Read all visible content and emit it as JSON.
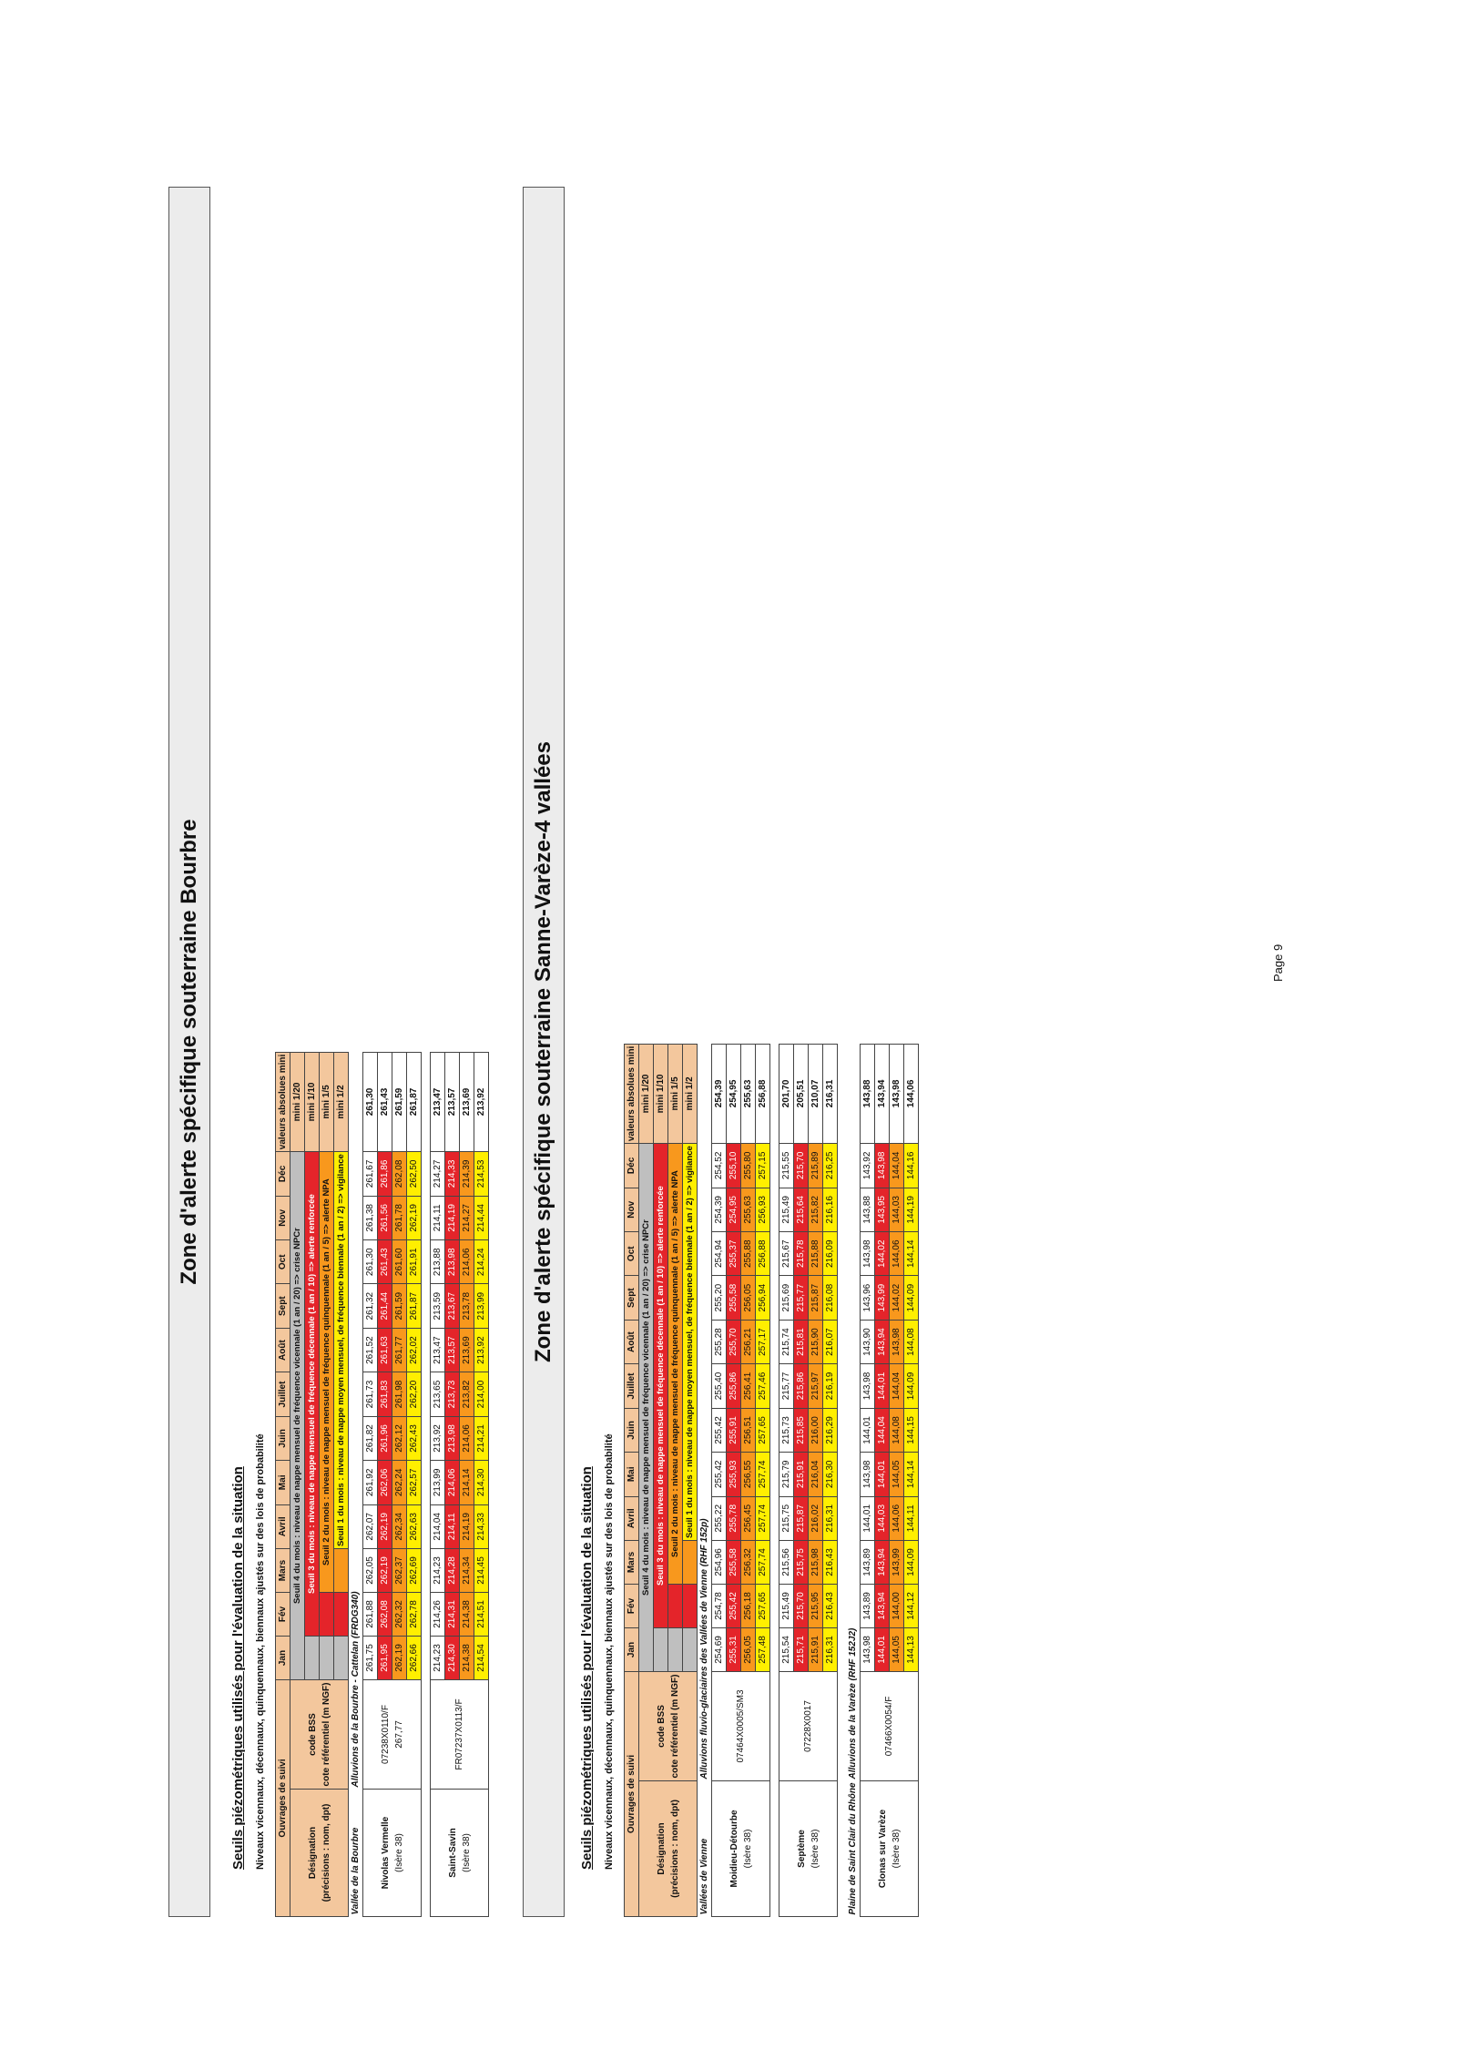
{
  "page": "Page 9",
  "columns": {
    "ouvrages": "Ouvrages de suivi",
    "months": [
      "Jan",
      "Fév",
      "Mars",
      "Avril",
      "Mai",
      "Juin",
      "Juillet",
      "Août",
      "Sept",
      "Oct",
      "Nov",
      "Déc"
    ],
    "abs": "valeurs absolues mini",
    "designation_1": "Désignation",
    "designation_2": "(précisions : nom, dpt)",
    "code_1": "code BSS",
    "code_2": "cote référentiel (m NGF)"
  },
  "seuils": [
    {
      "label": "Seuil 4 du mois : niveau de nappe mensuel de fréquence vicennale (1 an / 20) => crise NPCr",
      "ref": "mini 1/20"
    },
    {
      "label": "Seuil 3 du mois : niveau de nappe mensuel de fréquence décennale (1 an / 10) => alerte renforcée",
      "ref": "mini 1/10"
    },
    {
      "label": "Seuil 2 du mois : niveau de nappe mensuel de fréquence quinquennale (1 an / 5) => alerte NPA",
      "ref": "mini 1/5"
    },
    {
      "label": "Seuil 1 du mois : niveau de nappe moyen mensuel, de fréquence biennale (1 an / 2) => vigilance",
      "ref": "mini 1/2"
    }
  ],
  "intro_sub": "Seuils piézométriques utilisés pour l'évaluation de la situation",
  "intro_note": "Niveaux vicennaux, décennaux, quinquennaux, biennaux ajustés sur des lois de probabilité",
  "zone1": {
    "title": "Zone d'alerte spécifique souterraine Bourbre",
    "sections": [
      {
        "left": "Vallée de la Bourbre",
        "right": "Alluvions de la Bourbre - Cattelan (FRDG340)",
        "stations": [
          {
            "name": "Nivolas Vermelle",
            "dpt": "(Isère 38)",
            "code": "07238X0110/F",
            "cote": "267,77",
            "rows": [
              [
                "261,75",
                "261,88",
                "262,05",
                "262,07",
                "261,92",
                "261,82",
                "261,73",
                "261,52",
                "261,32",
                "261,30",
                "261,38",
                "261,67"
              ],
              [
                "261,95",
                "262,08",
                "262,19",
                "262,19",
                "262,06",
                "261,96",
                "261,83",
                "261,63",
                "261,44",
                "261,43",
                "261,56",
                "261,86"
              ],
              [
                "262,19",
                "262,32",
                "262,37",
                "262,34",
                "262,24",
                "262,12",
                "261,98",
                "261,77",
                "261,59",
                "261,60",
                "261,78",
                "262,08"
              ],
              [
                "262,66",
                "262,78",
                "262,69",
                "262,63",
                "262,57",
                "262,43",
                "262,20",
                "262,02",
                "261,87",
                "261,91",
                "262,19",
                "262,50"
              ]
            ],
            "abs": [
              "261,30",
              "261,43",
              "261,59",
              "261,87"
            ]
          },
          {
            "name": "Saint-Savin",
            "dpt": "(Isère 38)",
            "code": "FR07237X0113/F",
            "cote": "",
            "rows": [
              [
                "214,23",
                "214,26",
                "214,23",
                "214,04",
                "213,99",
                "213,92",
                "213,65",
                "213,47",
                "213,59",
                "213,88",
                "214,11",
                "214,27"
              ],
              [
                "214,30",
                "214,31",
                "214,28",
                "214,11",
                "214,06",
                "213,98",
                "213,73",
                "213,57",
                "213,67",
                "213,98",
                "214,19",
                "214,33"
              ],
              [
                "214,38",
                "214,38",
                "214,34",
                "214,19",
                "214,14",
                "214,06",
                "213,82",
                "213,69",
                "213,78",
                "214,06",
                "214,27",
                "214,39"
              ],
              [
                "214,54",
                "214,51",
                "214,45",
                "214,33",
                "214,30",
                "214,21",
                "214,00",
                "213,92",
                "213,99",
                "214,24",
                "214,44",
                "214,53"
              ]
            ],
            "abs": [
              "213,47",
              "213,57",
              "213,69",
              "213,92"
            ]
          }
        ]
      }
    ]
  },
  "zone2": {
    "title": "Zone d'alerte spécifique souterraine Sanne-Varèze-4 vallées",
    "sections": [
      {
        "left": "Vallées de Vienne",
        "right": "Alluvions fluvio-glaciaires des Vallées de Vienne (RHF 152p)",
        "stations": [
          {
            "name": "Moidieu-Détourbe",
            "dpt": "(Isère 38)",
            "code": "07464X0005/SM3",
            "cote": "",
            "rows": [
              [
                "254,69",
                "254,78",
                "254,96",
                "255,22",
                "255,42",
                "255,42",
                "255,40",
                "255,28",
                "255,20",
                "254,94",
                "254,39",
                "254,52"
              ],
              [
                "255,31",
                "255,42",
                "255,58",
                "255,78",
                "255,93",
                "255,91",
                "255,86",
                "255,70",
                "255,58",
                "255,37",
                "254,95",
                "255,10"
              ],
              [
                "256,05",
                "256,18",
                "256,32",
                "256,45",
                "256,55",
                "256,51",
                "256,41",
                "256,21",
                "256,05",
                "255,88",
                "255,63",
                "255,80"
              ],
              [
                "257,48",
                "257,65",
                "257,74",
                "257,74",
                "257,74",
                "257,65",
                "257,46",
                "257,17",
                "256,94",
                "256,88",
                "256,93",
                "257,15"
              ]
            ],
            "abs": [
              "254,39",
              "254,95",
              "255,63",
              "256,88"
            ]
          },
          {
            "name": "Septème",
            "dpt": "(Isère 38)",
            "code": "07228X0017",
            "cote": "",
            "rows": [
              [
                "215,54",
                "215,49",
                "215,56",
                "215,75",
                "215,79",
                "215,73",
                "215,77",
                "215,74",
                "215,69",
                "215,67",
                "215,49",
                "215,55"
              ],
              [
                "215,71",
                "215,70",
                "215,75",
                "215,87",
                "215,91",
                "215,85",
                "215,86",
                "215,81",
                "215,77",
                "215,78",
                "215,64",
                "215,70"
              ],
              [
                "215,91",
                "215,95",
                "215,98",
                "216,02",
                "216,04",
                "216,00",
                "215,97",
                "215,90",
                "215,87",
                "215,88",
                "215,82",
                "215,89"
              ],
              [
                "216,31",
                "216,43",
                "216,43",
                "216,31",
                "216,30",
                "216,29",
                "216,19",
                "216,07",
                "216,08",
                "216,09",
                "216,16",
                "216,25"
              ]
            ],
            "abs": [
              "201,70",
              "205,51",
              "210,07",
              "216,31"
            ]
          }
        ]
      },
      {
        "left": "Plaine de Saint Clair du Rhône",
        "right": "Alluvions de la Varèze (RHF 152J2)",
        "stations": [
          {
            "name": "Clonas sur Varèze",
            "dpt": "(Isère 38)",
            "code": "07466X0054/F",
            "cote": "",
            "rows": [
              [
                "143,98",
                "143,89",
                "143,89",
                "144,01",
                "143,98",
                "144,01",
                "143,98",
                "143,90",
                "143,96",
                "143,98",
                "143,88",
                "143,92"
              ],
              [
                "144,01",
                "143,94",
                "143,94",
                "144,03",
                "144,01",
                "144,04",
                "144,01",
                "143,94",
                "143,99",
                "144,02",
                "143,95",
                "143,98"
              ],
              [
                "144,05",
                "144,00",
                "143,99",
                "144,06",
                "144,05",
                "144,08",
                "144,04",
                "143,98",
                "144,02",
                "144,06",
                "144,03",
                "144,04"
              ],
              [
                "144,13",
                "144,12",
                "144,09",
                "144,11",
                "144,14",
                "144,15",
                "144,09",
                "144,08",
                "144,09",
                "144,14",
                "144,19",
                "144,16"
              ]
            ],
            "abs": [
              "143,88",
              "143,94",
              "143,98",
              "144,06"
            ]
          }
        ]
      }
    ]
  },
  "colors": {
    "seuil4": "#bfbfbf",
    "seuil3": "#e4242a",
    "seuil2": "#f8981d",
    "seuil1": "#ffef00",
    "header": "#f3c79d"
  }
}
